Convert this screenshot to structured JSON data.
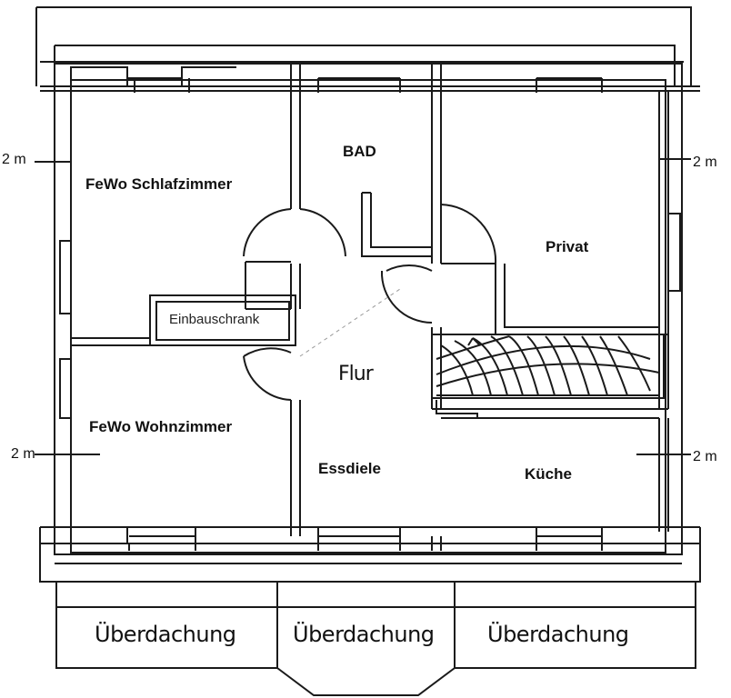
{
  "rooms": {
    "bad": "BAD",
    "schlafzimmer": "FeWo Schlafzimmer",
    "privat": "Privat",
    "einbauschrank": "Einbauschrank",
    "flur": "Flur",
    "wohnzimmer": "FeWo Wohnzimmer",
    "essdiele": "Essdiele",
    "kueche": "Küche"
  },
  "dimensions": {
    "left_upper": "2 m",
    "right_upper": "2 m",
    "left_lower": "2 m",
    "right_lower": "2 m"
  },
  "canopy": {
    "left": "Überdachung",
    "center": "Überdachung",
    "right": "Überdachung"
  }
}
